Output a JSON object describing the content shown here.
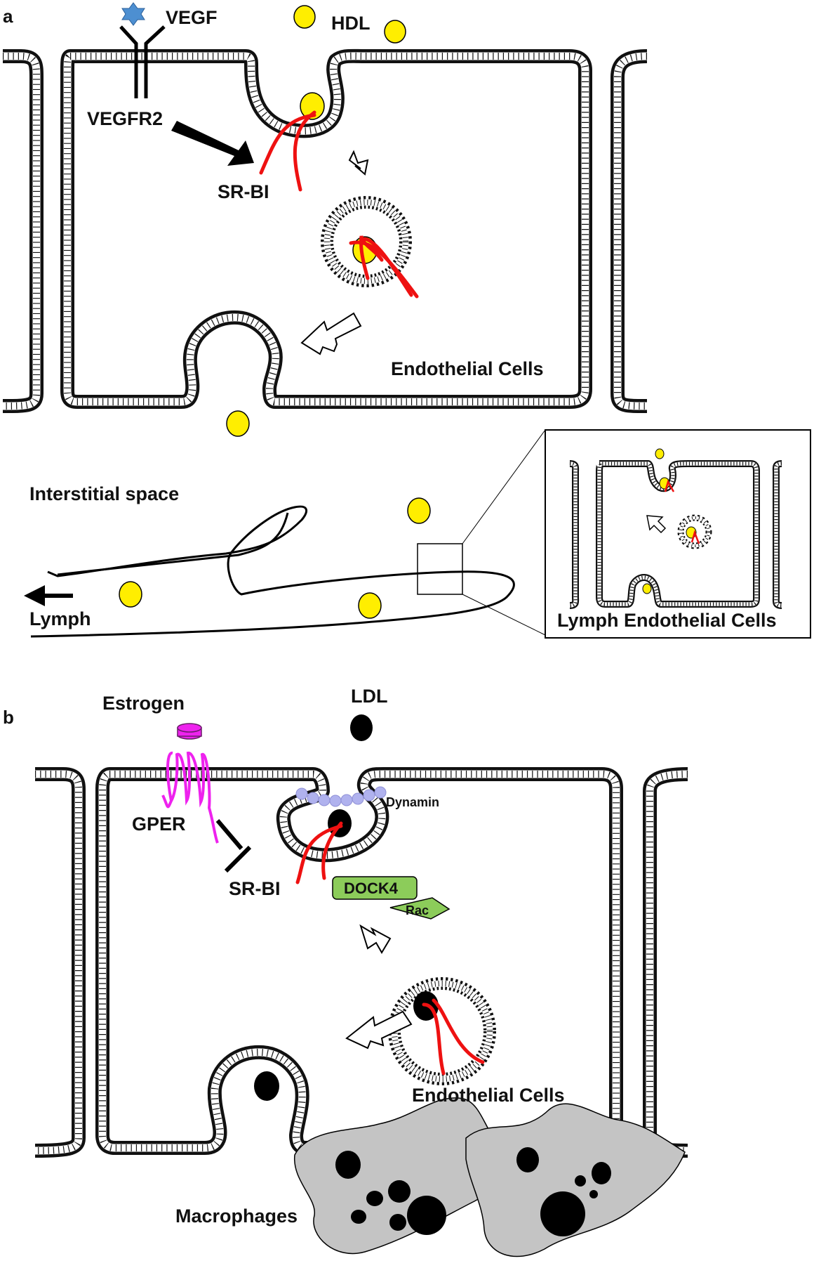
{
  "panel_a": {
    "panel_label": "a",
    "labels": {
      "vegf": "VEGF",
      "hdl": "HDL",
      "vegfr2": "VEGFR2",
      "srbi": "SR-BI",
      "endothelial": "Endothelial Cells",
      "interstitial": "Interstitial space",
      "lymph": "Lymph",
      "lymph_endothelial": "Lymph Endothelial Cells"
    }
  },
  "panel_b": {
    "panel_label": "b",
    "labels": {
      "estrogen": "Estrogen",
      "ldl": "LDL",
      "gper": "GPER",
      "dynamin": "Dynamin",
      "srbi": "SR-BI",
      "dock4": "DOCK4",
      "rac": "Rac",
      "endothelial": "Endothelial Cells",
      "macrophages": "Macrophages"
    }
  },
  "colors": {
    "hdl_particle": "#ffee00",
    "ldl_particle": "#000000",
    "srbi_receptor": "#ee1111",
    "vegf_star": "#4d8fd1",
    "gper_receptor": "#ee22ee",
    "dynamin": "#b0b2ee",
    "dock4_rac": "#8ccc5a",
    "macrophage": "#c4c4c4",
    "membrane": "#111111"
  }
}
